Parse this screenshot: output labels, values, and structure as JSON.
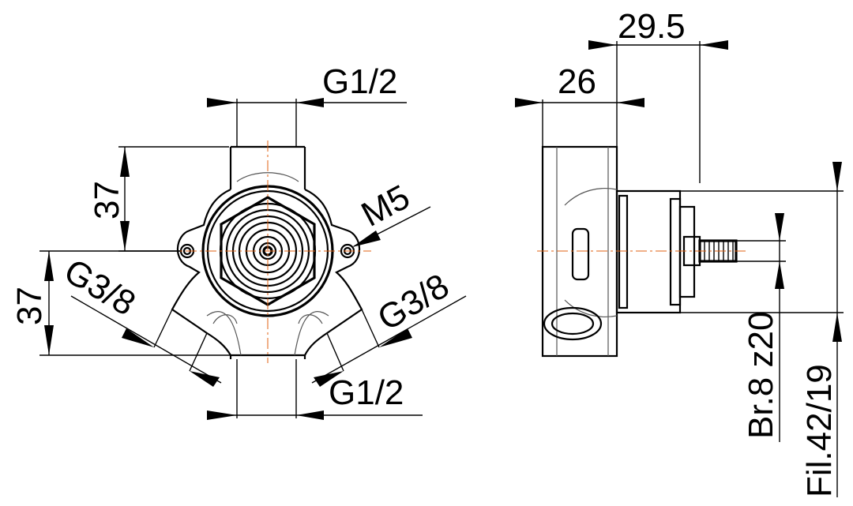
{
  "front_view": {
    "top_thread": "G1/2",
    "bottom_thread": "G1/2",
    "left_outlet": "G3/8",
    "right_outlet": "G3/8",
    "mount_screw": "M5",
    "upper_height": "37",
    "lower_height": "37"
  },
  "side_view": {
    "depth_26": "26",
    "depth_295": "29.5",
    "spline": "Br.8 z20",
    "thread": "Fil.42/19"
  },
  "colors": {
    "line": "#000000",
    "centerline": "#e06010",
    "background": "#ffffff"
  }
}
